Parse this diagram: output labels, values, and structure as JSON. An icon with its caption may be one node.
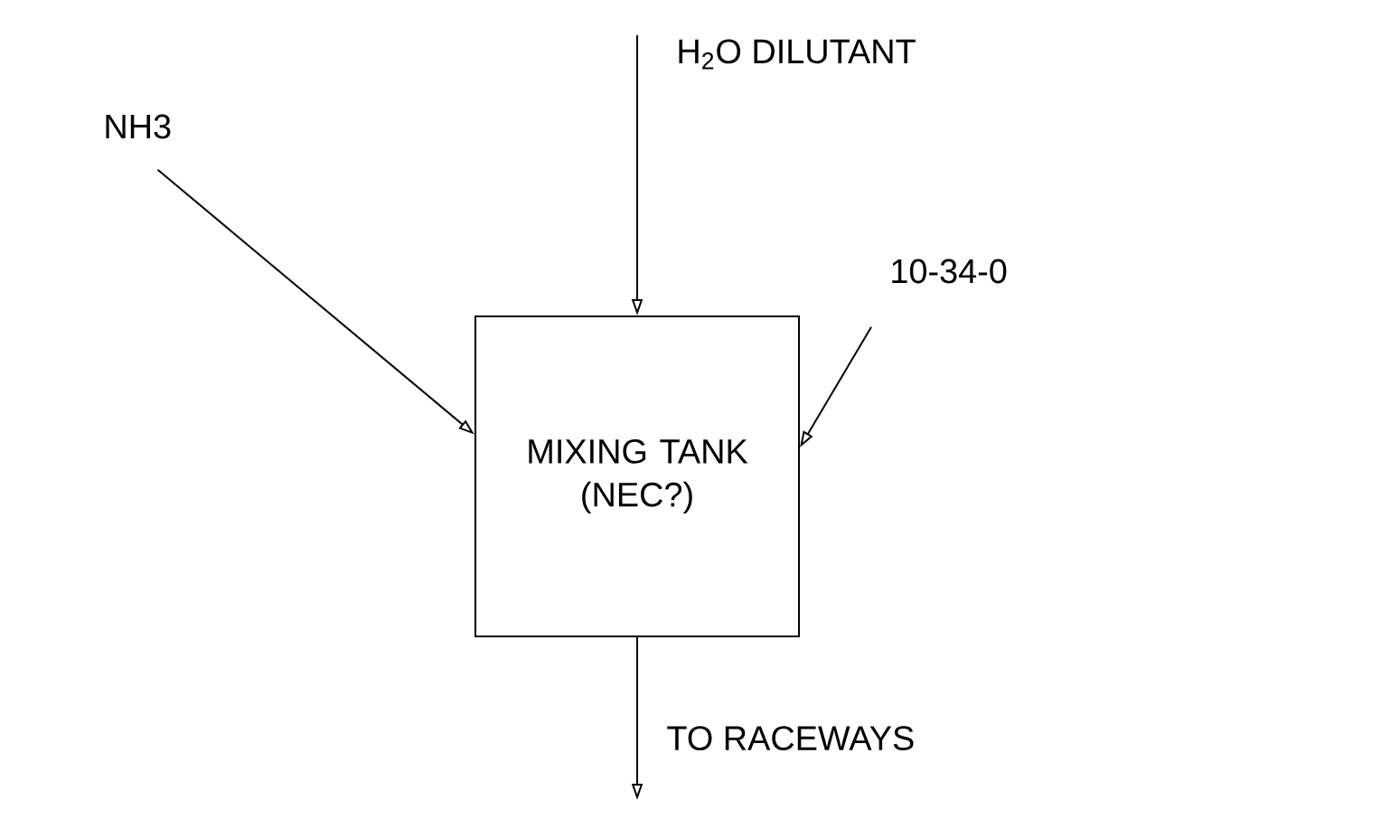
{
  "diagram": {
    "nodes": [
      {
        "text": [
          "H$_{2}$O DILUTANT"
        ]
      },
      {
        "text": [
          "NH3"
        ]
      },
      {
        "text": [
          "MIXING TANK (NEC?)"
        ]
      },
      {
        "text": [
          "10-34-0"
        ]
      }
    ],
    "edges": [
      {
        "from": 0,
        "to": 2,
        "arrow": "to"
      },
      {
        "from": 1,
        "to": 2,
        "arrow": "to"
      },
      {
        "from": 3,
        "to": 2,
        "arrow": "to"
      },
      {
        "from": 2,
        "to": null,
        "arrow": "to",
        "label": "TO RACEWAYS"
      }
    ]
  }
}
